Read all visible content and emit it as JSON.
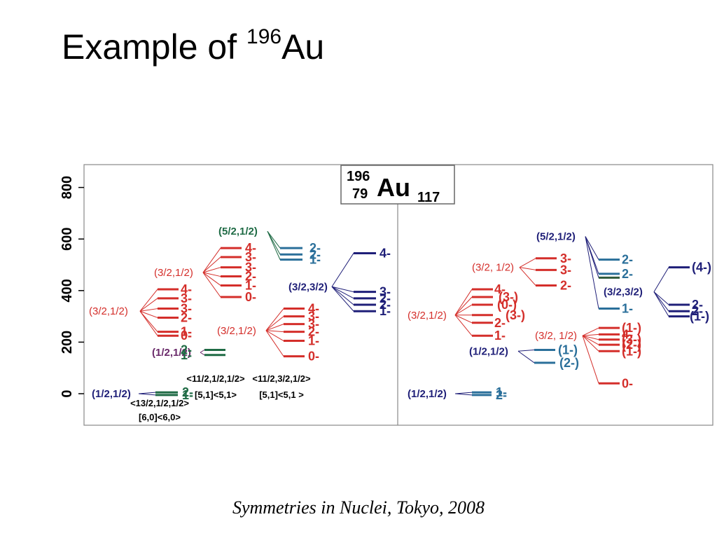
{
  "slide": {
    "title_prefix": "Example of ",
    "title_mass": "196",
    "title_element": "Au",
    "footer": "Symmetries in Nuclei, Tokyo, 2008"
  },
  "colors": {
    "red": "#d42e2a",
    "green": "#1f6b45",
    "blue": "#2a6f9a",
    "navy": "#1f1f78",
    "purple": "#6a2a6a",
    "dark_green": "#2f5a3a",
    "axis": "#000000",
    "frame": "#888888"
  },
  "axis": {
    "ticks": [
      "0",
      "200",
      "400",
      "600",
      "800"
    ],
    "tick_values": [
      0,
      200,
      400,
      600,
      800
    ]
  },
  "nucleus_label": {
    "A": "196",
    "Z": "79",
    "symbol": "Au",
    "N": "117"
  },
  "left_panel": {
    "groups": [
      {
        "id": "L1",
        "label": "(1/2,1/2)",
        "color": "navy",
        "energy": 0,
        "levels": [
          {
            "E": 5,
            "lbl": "2-",
            "c": "green"
          },
          {
            "E": -5,
            "lbl": "1-",
            "c": "green"
          }
        ],
        "under": [
          "<13/2,1/2,1/2>",
          "[6,0]<6,0>"
        ]
      },
      {
        "id": "L2",
        "label": "(3/2,1/2)",
        "color": "red",
        "energy": 320,
        "levels": [
          {
            "E": 405,
            "lbl": "4-",
            "c": "red"
          },
          {
            "E": 370,
            "lbl": "3-",
            "c": "red"
          },
          {
            "E": 330,
            "lbl": "3-",
            "c": "red"
          },
          {
            "E": 295,
            "lbl": "2-",
            "c": "red"
          },
          {
            "E": 240,
            "lbl": "1-",
            "c": "red"
          },
          {
            "E": 225,
            "lbl": "0-",
            "c": "red"
          }
        ]
      },
      {
        "id": "L3",
        "label": "(1/2,1/2)",
        "color": "purple",
        "energy": 160,
        "levels": [
          {
            "E": 170,
            "lbl": "2-",
            "c": "green"
          },
          {
            "E": 150,
            "lbl": "1-",
            "c": "green"
          }
        ],
        "under": [
          "<11/2,1/2,1/2>",
          "[5,1]<5,1>"
        ]
      },
      {
        "id": "L4",
        "label": "(3/2,1/2)",
        "color": "red",
        "energy": 470,
        "levels": [
          {
            "E": 565,
            "lbl": "4-",
            "c": "red"
          },
          {
            "E": 530,
            "lbl": "3-",
            "c": "red"
          },
          {
            "E": 490,
            "lbl": "3-",
            "c": "red"
          },
          {
            "E": 455,
            "lbl": "2-",
            "c": "red"
          },
          {
            "E": 420,
            "lbl": "1-",
            "c": "red"
          },
          {
            "E": 375,
            "lbl": "0-",
            "c": "red"
          }
        ]
      },
      {
        "id": "L5",
        "label": "(5/2,1/2)",
        "color": "green",
        "energy": 630,
        "levels": [
          {
            "E": 565,
            "lbl": "2-",
            "c": "blue"
          },
          {
            "E": 540,
            "lbl": "2-",
            "c": "blue"
          },
          {
            "E": 520,
            "lbl": "1-",
            "c": "blue"
          }
        ]
      },
      {
        "id": "L6",
        "label": "(3/2,1/2)",
        "color": "red",
        "energy": 245,
        "levels": [
          {
            "E": 330,
            "lbl": "4-",
            "c": "red"
          },
          {
            "E": 300,
            "lbl": "3-",
            "c": "red"
          },
          {
            "E": 270,
            "lbl": "3-",
            "c": "red"
          },
          {
            "E": 240,
            "lbl": "2-",
            "c": "red"
          },
          {
            "E": 205,
            "lbl": "1-",
            "c": "red"
          },
          {
            "E": 145,
            "lbl": "0-",
            "c": "red"
          }
        ],
        "under": [
          "<11/2,3/2,1/2>",
          "[5,1]<5,1 >"
        ]
      },
      {
        "id": "L7",
        "label": "(3/2,3/2)",
        "color": "navy",
        "energy": 415,
        "levels": [
          {
            "E": 545,
            "lbl": "4-",
            "c": "navy"
          },
          {
            "E": 395,
            "lbl": "3-",
            "c": "navy"
          },
          {
            "E": 370,
            "lbl": "2-",
            "c": "navy"
          },
          {
            "E": 345,
            "lbl": "2-",
            "c": "navy"
          },
          {
            "E": 320,
            "lbl": "1-",
            "c": "navy"
          }
        ]
      }
    ]
  },
  "right_panel": {
    "groups": [
      {
        "id": "R1",
        "label": "(1/2,1/2)",
        "color": "navy",
        "energy": 0,
        "levels": [
          {
            "E": 5,
            "lbl": "1-",
            "c": "blue"
          },
          {
            "E": -5,
            "lbl": "2-",
            "c": "blue"
          }
        ]
      },
      {
        "id": "R2",
        "label": "(3/2,1/2)",
        "color": "red",
        "energy": 305,
        "levels": [
          {
            "E": 405,
            "lbl": "4-",
            "c": "red"
          },
          {
            "E": 375,
            "lbl": "(3-)",
            "c": "red"
          },
          {
            "E": 345,
            "lbl": "(0-)",
            "c": "red"
          },
          {
            "E": 305,
            "lbl": "(3-)",
            "c": "red"
          },
          {
            "E": 275,
            "lbl": "2-",
            "c": "red"
          },
          {
            "E": 225,
            "lbl": "1-",
            "c": "red"
          }
        ]
      },
      {
        "id": "R3",
        "label": "(1/2,1/2)",
        "color": "navy",
        "energy": 165,
        "levels": [
          {
            "E": 170,
            "lbl": "(1-)",
            "c": "blue"
          },
          {
            "E": 120,
            "lbl": "(2-)",
            "c": "blue"
          }
        ]
      },
      {
        "id": "R4",
        "label": "(3/2, 1/2)",
        "color": "red",
        "energy": 490,
        "levels": [
          {
            "E": 525,
            "lbl": "3-",
            "c": "red"
          },
          {
            "E": 480,
            "lbl": "3-",
            "c": "red"
          },
          {
            "E": 420,
            "lbl": "2-",
            "c": "red"
          }
        ]
      },
      {
        "id": "R5",
        "label": "(3/2, 1/2)",
        "color": "red",
        "energy": 225,
        "levels": [
          {
            "E": 255,
            "lbl": "(1-)",
            "c": "red"
          },
          {
            "E": 230,
            "lbl": "4-",
            "c": "red"
          },
          {
            "E": 210,
            "lbl": "(3-)",
            "c": "red"
          },
          {
            "E": 190,
            "lbl": "(2-)",
            "c": "red"
          },
          {
            "E": 165,
            "lbl": "(1-)",
            "c": "red"
          },
          {
            "E": 40,
            "lbl": "0-",
            "c": "red"
          }
        ]
      },
      {
        "id": "R6",
        "label": "(5/2,1/2)",
        "color": "navy",
        "energy": 610,
        "levels": [
          {
            "E": 520,
            "lbl": "2-",
            "c": "blue"
          },
          {
            "E": 465,
            "lbl": "2-",
            "c": "blue"
          },
          {
            "E": 450,
            "lbl": "",
            "c": "dark_green"
          },
          {
            "E": 330,
            "lbl": "1-",
            "c": "blue"
          }
        ]
      },
      {
        "id": "R7",
        "label": "(3/2,3/2)",
        "color": "navy",
        "energy": 395,
        "levels": [
          {
            "E": 490,
            "lbl": "(4-)",
            "c": "navy"
          },
          {
            "E": 345,
            "lbl": "2-",
            "c": "navy"
          },
          {
            "E": 320,
            "lbl": "2-",
            "c": "navy"
          },
          {
            "E": 300,
            "lbl": "(1-)",
            "c": "navy"
          }
        ]
      }
    ]
  }
}
